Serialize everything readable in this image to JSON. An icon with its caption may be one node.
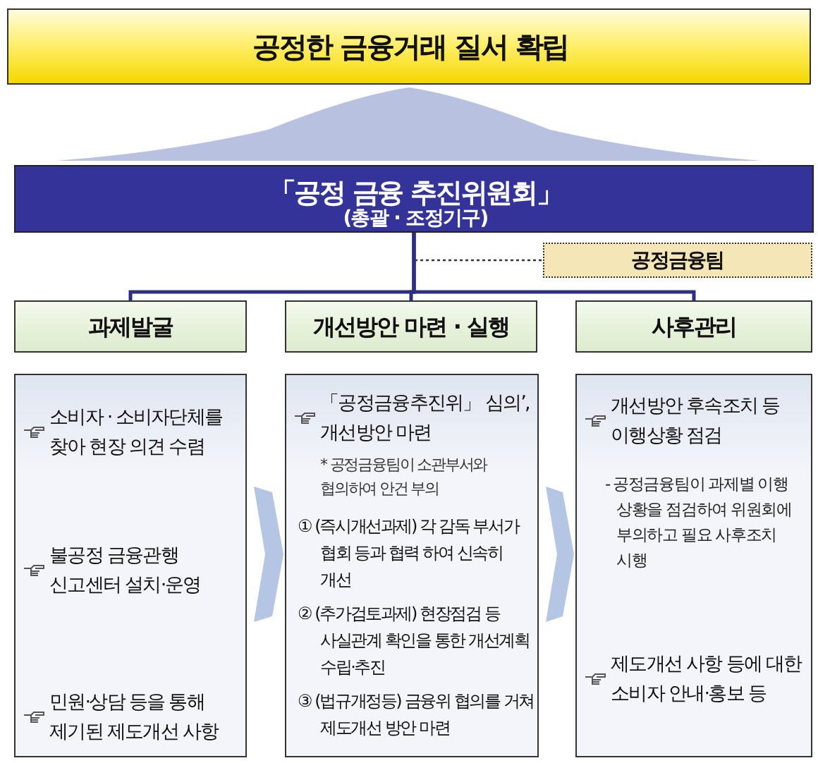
{
  "diagram": {
    "nodes": [
      {
        "text": [
          "공정한 금융거래 질서 확립"
        ]
      },
      {
        "text": [
          "「공정 금융 추진위원회」",
          "(총괄 · 조정기구)"
        ]
      },
      {
        "text": [
          "공정금융팀"
        ]
      },
      {
        "text": [
          "과제발굴"
        ]
      },
      {
        "text": [
          "개선방안 마련 · 실행"
        ]
      },
      {
        "text": [
          "사후관리"
        ]
      },
      {
        "text": [
          "소비자 · 소비자단체를 찾아 현장 의견 수렴",
          "불공정 금융관행 신고센터 설치·운영",
          "민원·상담 등을 통해 제기된 제도개선 사항"
        ]
      },
      {
        "text": [
          "「공정금융추진위」 심의’, 개선방안 마련",
          "* 공정금융팀이 소관부서와 협의하여 안건 부의",
          "① (즉시개선과제) 각 감독 부서가 협회 등과 협력 하여 신속히 개선",
          "② (추가검토과제) 현장점검 등 사실관계 확인을 통한 개선계획 수립·추진",
          "③ (법규개정등) 금융위 협의를 거쳐 제도개선 방안 마련"
        ]
      },
      {
        "text": [
          "개선방안 후속조치 등 이행상황 점검",
          "- 공정금융팀이 과제별 이행 상황을 점검하여 위원회에 부의하고 필요 사후조치 시행",
          "제도개선 사항 등에 대한 소비자 안내·홍보 등"
        ]
      }
    ],
    "edges": [
      {
        "from": 1,
        "to": 0,
        "arrow": "to"
      },
      {
        "from": 1,
        "to": 2,
        "arrow": "none",
        "style": "dashed"
      },
      {
        "from": 1,
        "to": 3,
        "arrow": "none"
      },
      {
        "from": 1,
        "to": 4,
        "arrow": "none"
      },
      {
        "from": 1,
        "to": 5,
        "arrow": "none"
      },
      {
        "from": 6,
        "to": 7,
        "arrow": "to"
      },
      {
        "from": 7,
        "to": 8,
        "arrow": "to"
      }
    ]
  }
}
